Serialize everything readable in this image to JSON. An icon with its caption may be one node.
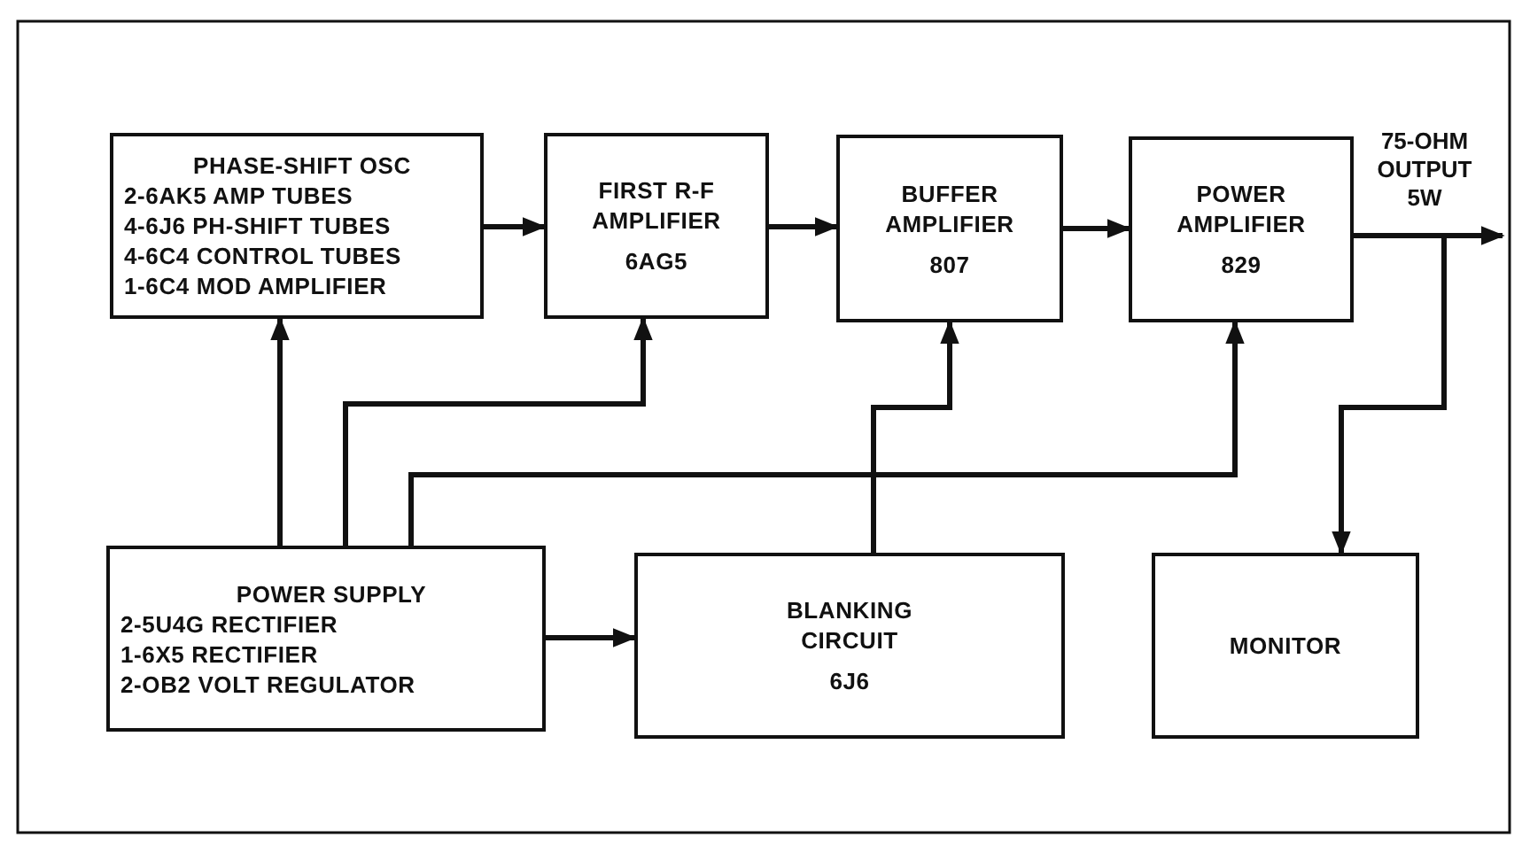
{
  "diagram": {
    "nodes": [
      {
        "text": [
          "PHASE-SHIFT OSC",
          "2-6AK5 AMP TUBES",
          "4-6J6 PH-SHIFT TUBES",
          "4-6C4 CONTROL TUBES",
          "1-6C4 MOD AMPLIFIER"
        ]
      },
      {
        "text": [
          "FIRST R-F AMPLIFIER",
          "6AG5"
        ]
      },
      {
        "text": [
          "BUFFER AMPLIFIER",
          "807"
        ]
      },
      {
        "text": [
          "POWER AMPLIFIER",
          "829"
        ]
      },
      {
        "text": [
          "POWER SUPPLY",
          "2-5U4G RECTIFIER",
          "1-6X5 RECTIFIER",
          "2-OB2 VOLT REGULATOR"
        ]
      },
      {
        "text": [
          "BLANKING CIRCUIT",
          "6J6"
        ]
      },
      {
        "text": [
          "MONITOR"
        ]
      }
    ],
    "edges": [
      {
        "from": 0,
        "to": 1,
        "arrow": "to"
      },
      {
        "from": 1,
        "to": 2,
        "arrow": "to"
      },
      {
        "from": 2,
        "to": 3,
        "arrow": "to"
      },
      {
        "from": 3,
        "to": null,
        "arrow": "to"
      },
      {
        "from": 4,
        "to": 0,
        "arrow": "to"
      },
      {
        "from": 4,
        "to": 1,
        "arrow": "to"
      },
      {
        "from": 4,
        "to": 3,
        "arrow": "to"
      },
      {
        "from": 4,
        "to": 5,
        "arrow": "to"
      },
      {
        "from": 5,
        "to": 2,
        "arrow": "to"
      },
      {
        "from": null,
        "to": 6,
        "arrow": "to"
      }
    ],
    "labels": [
      "75-OHM OUTPUT 5W"
    ]
  }
}
